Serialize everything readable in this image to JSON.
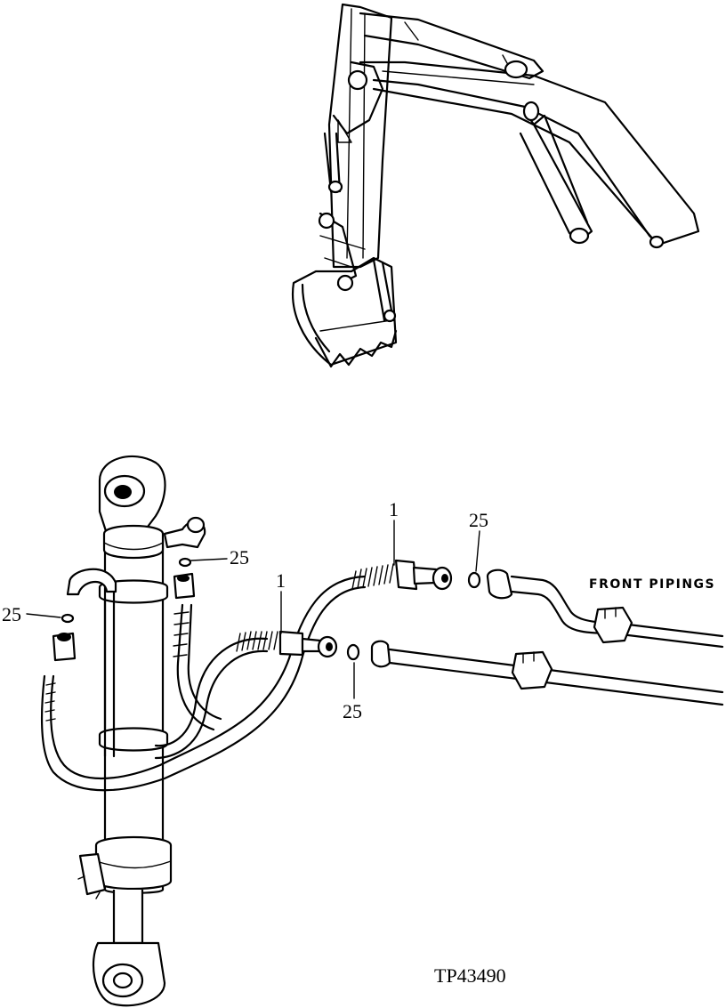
{
  "figure_id": "TP43490",
  "note_front_pipings": "FRONT PIPINGS",
  "callouts": {
    "hose_upper": "1",
    "hose_lower": "1",
    "oring_upper_right": "25",
    "oring_lower_right": "25",
    "oring_cylinder_top": "25",
    "oring_cylinder_left": "25"
  }
}
